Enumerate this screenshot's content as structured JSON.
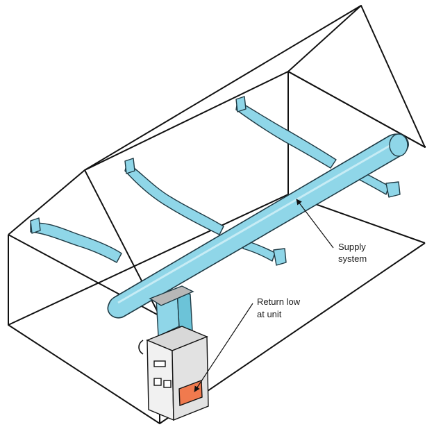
{
  "annotations": {
    "supply_line1": "Supply",
    "supply_line2": "system",
    "return_line1": "Return low",
    "return_line2": "at unit"
  },
  "colors": {
    "duct_fill": "#8fd6e8",
    "duct_stroke": "#1f3a44",
    "furnace_body": "#f1f1f1",
    "furnace_panel": "#f07a4e",
    "outline": "#111111"
  }
}
